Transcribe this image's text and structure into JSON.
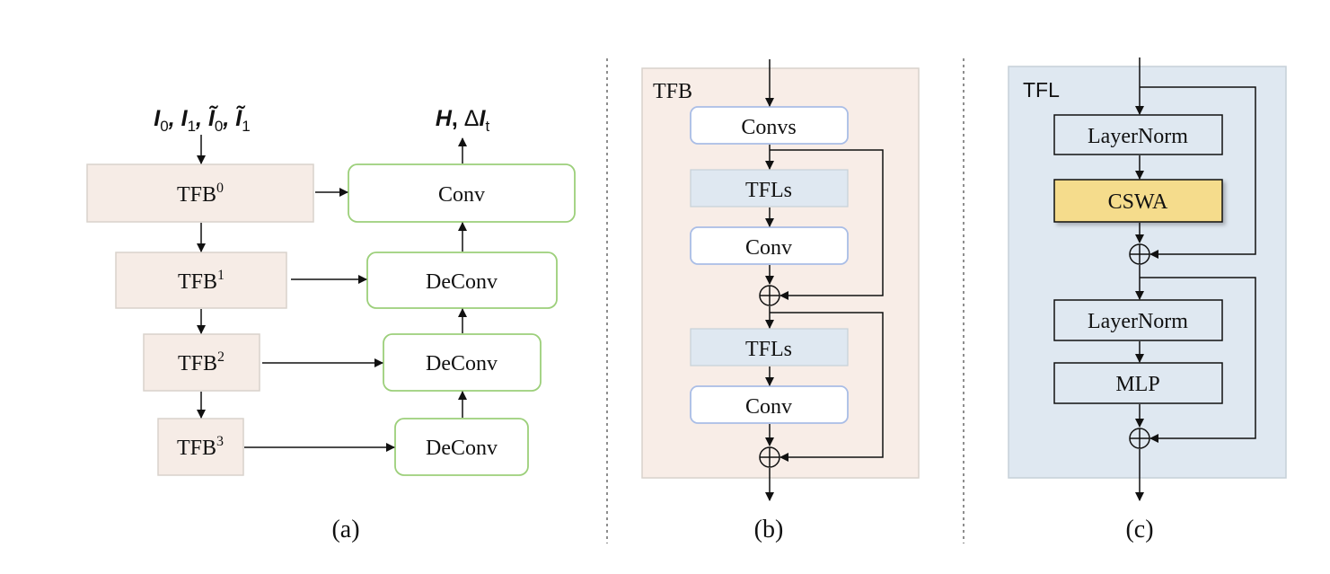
{
  "colors": {
    "tfb_fill": "#f6ece6",
    "tfb_stroke": "#d8d2cc",
    "green_stroke": "#9ccf7a",
    "blue_stroke": "#a9bde6",
    "tfl_fill": "#dfe8f1",
    "tfl_stroke": "#c6d0d8",
    "cswa_fill": "#f5dc8c",
    "line": "#111111"
  },
  "panel_a": {
    "caption": "(a)",
    "input": {
      "i0": "I",
      "i0_sub": "0",
      "i1": "I",
      "i1_sub": "1",
      "i0t": "Ĩ",
      "i0t_sub": "0",
      "i1t": "Ĩ",
      "i1t_sub": "1"
    },
    "output": {
      "h": "H",
      "delta": "Δ",
      "it": "I",
      "it_sub": "t"
    },
    "tfb": [
      {
        "label": "TFB",
        "sup": "0"
      },
      {
        "label": "TFB",
        "sup": "1"
      },
      {
        "label": "TFB",
        "sup": "2"
      },
      {
        "label": "TFB",
        "sup": "3"
      }
    ],
    "decoder": [
      "Conv",
      "DeConv",
      "DeConv",
      "DeConv"
    ]
  },
  "panel_b": {
    "caption": "(b)",
    "title": "TFB",
    "convs": "Convs",
    "tfls_1": "TFLs",
    "conv_1": "Conv",
    "tfls_2": "TFLs",
    "conv_2": "Conv"
  },
  "panel_c": {
    "caption": "(c)",
    "title": "TFL",
    "layernorm_1": "LayerNorm",
    "cswa": "CSWA",
    "layernorm_2": "LayerNorm",
    "mlp": "MLP"
  }
}
